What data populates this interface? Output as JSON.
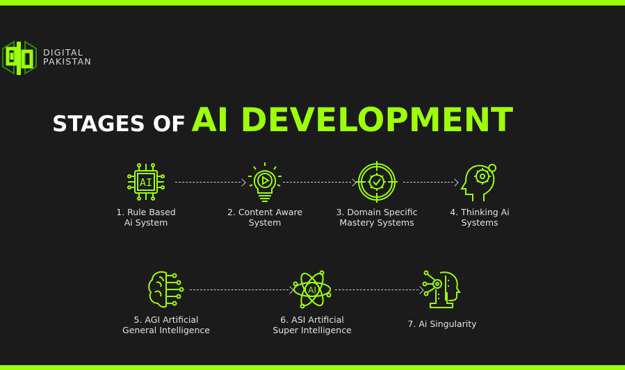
{
  "brand": {
    "line1": "DIGITAL",
    "line2": "PAKISTAN",
    "logo_icon": "dp-monogram-icon"
  },
  "title": {
    "prefix": "STAGES OF",
    "highlight": "AI DEVELOPMENT"
  },
  "colors": {
    "accent": "#9dff0a",
    "background": "#1b1b1b",
    "text": "#e2e2e2"
  },
  "stages": [
    {
      "number": "1.",
      "line1": "1. Rule Based",
      "line2": "Ai System",
      "icon": "ai-chip-icon"
    },
    {
      "number": "2.",
      "line1": "2. Content Aware",
      "line2": "System",
      "icon": "lightbulb-play-icon"
    },
    {
      "number": "3.",
      "line1": "3. Domain Specific",
      "line2": "Mastery Systems",
      "icon": "target-gear-check-icon"
    },
    {
      "number": "4.",
      "line1": "4. Thinking Ai",
      "line2": "Systems",
      "icon": "head-gears-icon"
    },
    {
      "number": "5.",
      "line1": "5. AGI Artificial",
      "line2": "General Intelligence",
      "icon": "brain-circuit-icon"
    },
    {
      "number": "6.",
      "line1": "6. ASI Artificial",
      "line2": "Super Intelligence",
      "icon": "ai-atom-icon"
    },
    {
      "number": "7.",
      "line1": "7. Ai Singularity",
      "line2": "",
      "icon": "robot-head-circuit-icon"
    }
  ]
}
